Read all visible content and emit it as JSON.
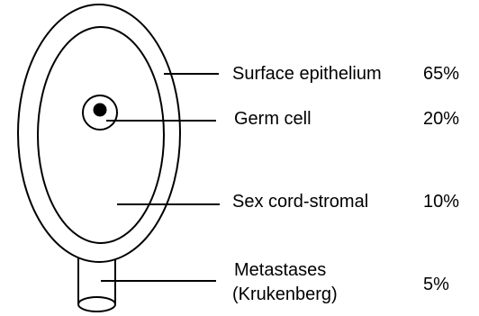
{
  "diagram": {
    "rows": [
      {
        "lines": [
          "Surface epithelium"
        ],
        "percent": "65%"
      },
      {
        "lines": [
          "Germ cell"
        ],
        "percent": "20%"
      },
      {
        "lines": [
          "Sex cord-stromal"
        ],
        "percent": "10%"
      },
      {
        "lines": [
          "Metastases",
          "(Krukenberg)"
        ],
        "percent": "5%"
      }
    ]
  }
}
